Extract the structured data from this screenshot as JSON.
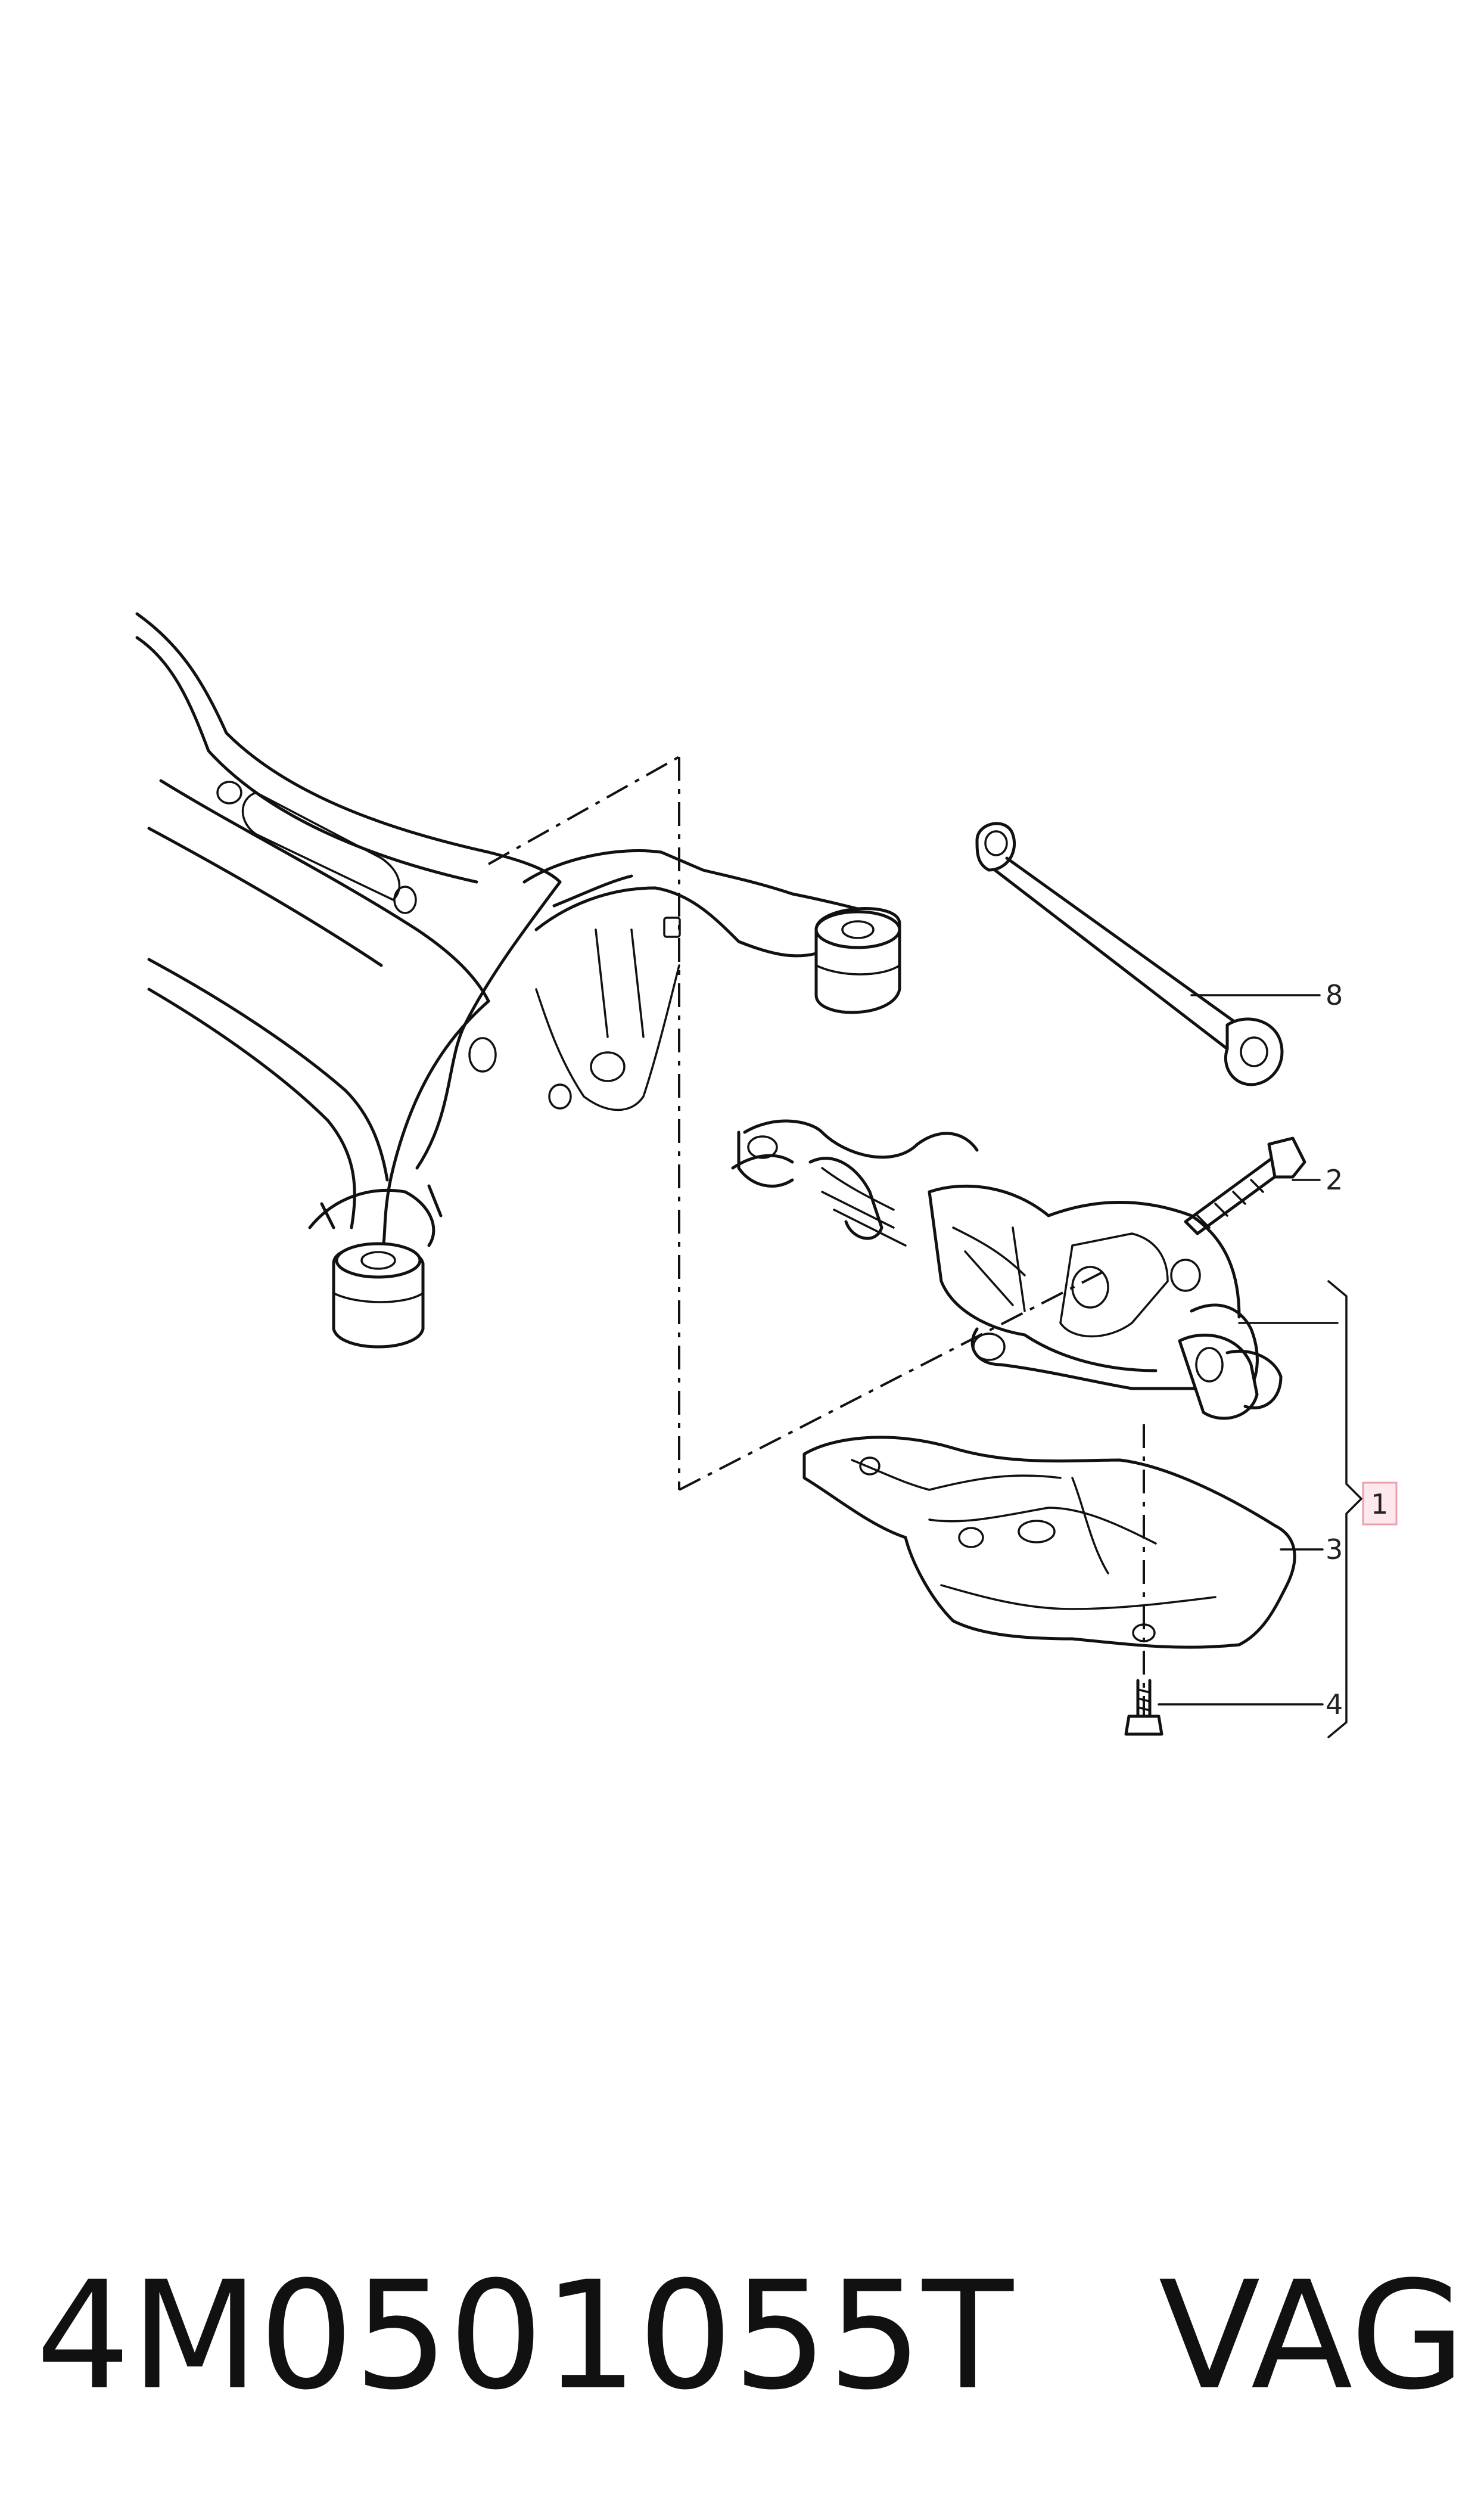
{
  "callouts": [
    {
      "id": "callout-1",
      "label": "1",
      "highlighted": true
    },
    {
      "id": "callout-2",
      "label": "2"
    },
    {
      "id": "callout-3",
      "label": "3"
    },
    {
      "id": "callout-4",
      "label": "4"
    },
    {
      "id": "callout-8",
      "label": "8"
    }
  ],
  "footer": {
    "part_number": "4M0501055T",
    "maker": "VAG"
  },
  "colors": {
    "line": "#111111",
    "highlight_fill": "#fde8ec",
    "highlight_stroke": "#e8a0b0"
  }
}
